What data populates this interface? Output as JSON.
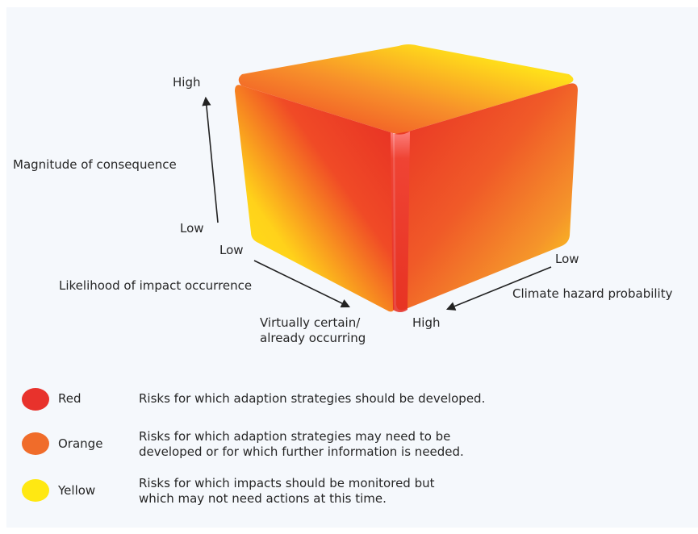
{
  "axes": {
    "magnitude": {
      "title": "Magnitude of consequence",
      "high": "High",
      "low": "Low"
    },
    "likelihood": {
      "title": "Likelihood of impact occurrence",
      "low": "Low",
      "high_line1": "Virtually certain/",
      "high_line2": "already occurring"
    },
    "climate": {
      "title": "Climate hazard probability",
      "low": "Low",
      "high": "High"
    }
  },
  "legend": [
    {
      "name": "Red",
      "color": "#e8322c",
      "desc_line1": "Risks for which adaption strategies should be developed.",
      "desc_line2": ""
    },
    {
      "name": "Orange",
      "color": "#f06c2a",
      "desc_line1": "Risks for which adaption strategies may need to be",
      "desc_line2": "developed or for which further information is needed."
    },
    {
      "name": "Yellow",
      "color": "#ffe812",
      "desc_line1": "Risks for which impacts should be monitored but",
      "desc_line2": "which may not need actions at this time."
    }
  ],
  "colors": {
    "red": "#e8322c",
    "orange": "#f06c2a",
    "yellow": "#ffe812",
    "background": "#f5f8fc",
    "text": "#262626"
  }
}
